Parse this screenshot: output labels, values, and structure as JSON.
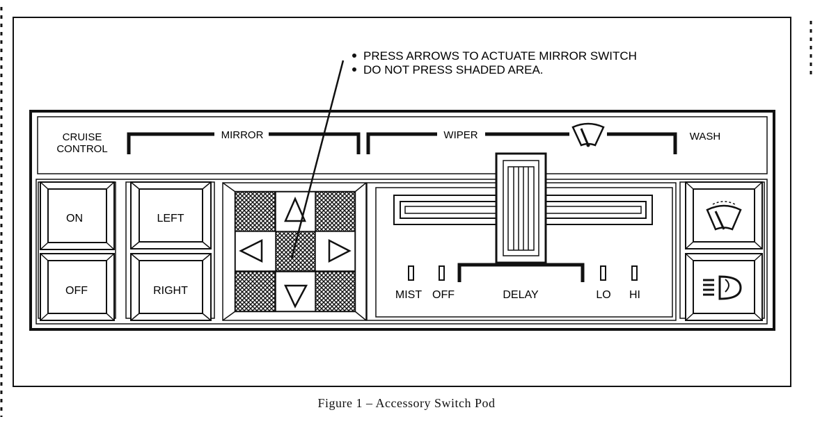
{
  "notes": [
    "PRESS ARROWS TO ACTUATE MIRROR SWITCH",
    "DO NOT PRESS SHADED AREA."
  ],
  "header": {
    "cruise_line1": "CRUISE",
    "cruise_line2": "CONTROL",
    "mirror": "MIRROR",
    "wiper": "WIPER",
    "wash": "WASH"
  },
  "cruise": {
    "on": "ON",
    "off": "OFF"
  },
  "mirror_select": {
    "left": "LEFT",
    "right": "RIGHT"
  },
  "wiper_positions": {
    "mist": "MIST",
    "off": "OFF",
    "delay": "DELAY",
    "lo": "LO",
    "hi": "HI"
  },
  "icons": {
    "wiper_button": "windshield-wiper-icon",
    "headlamp_button": "headlamp-washer-icon",
    "wiper_header": "windshield-wiper-icon"
  },
  "caption": "Figure 1 – Accessory Switch Pod"
}
